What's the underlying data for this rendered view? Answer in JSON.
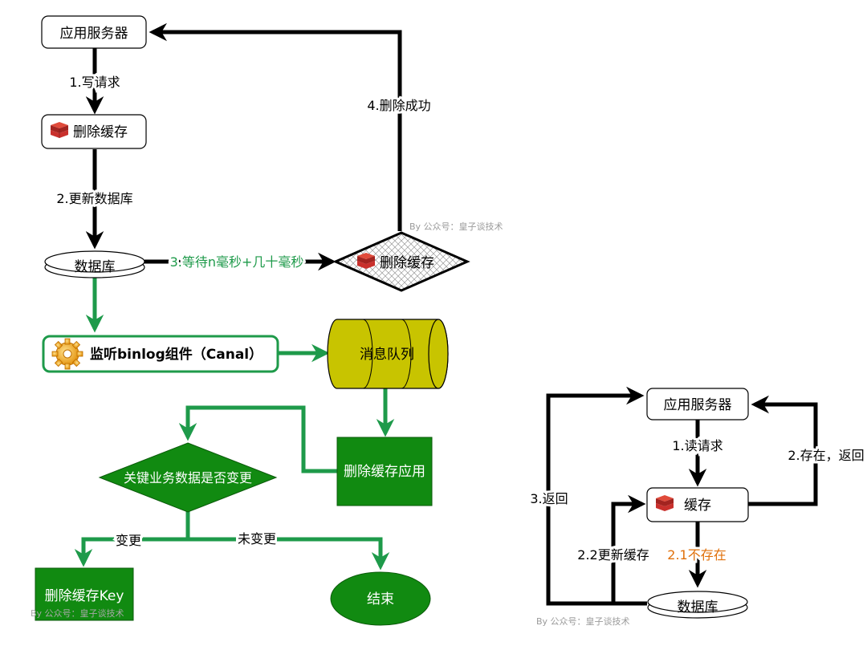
{
  "colors": {
    "black": "#000000",
    "green": "#1e9a4a",
    "green_text": "#1e9a4a",
    "dark_green_fill": "#1a8a18",
    "node_green_fill": "#118a11",
    "mq_fill": "#c8c400",
    "orange": "#e0700a",
    "watermark": "#9a9a9a",
    "redis_red": "#c9302c"
  },
  "left": {
    "app_server": "应用服务器",
    "step1": "1.写请求",
    "delete_cache_1": "删除缓存",
    "step2": "2.更新数据库",
    "database": "数据库",
    "step3": "3.等待n毫秒+几十毫秒",
    "delete_cache_2": "删除缓存",
    "step4": "4.删除成功",
    "canal": "监听binlog组件（Canal）",
    "mq": "消息队列",
    "delete_cache_app": "删除缓存应用",
    "decision": "关键业务数据是否变更",
    "changed": "变更",
    "unchanged": "未变更",
    "delete_cache_key": "删除缓存Key",
    "end": "结束"
  },
  "right": {
    "app_server": "应用服务器",
    "step1": "1.读请求",
    "cache": "缓存",
    "exists": "2.存在，返回",
    "not_exists": "2.1不存在",
    "update_cache": "2.2更新缓存",
    "return": "3.返回",
    "database": "数据库"
  },
  "watermarks": {
    "wm1": "By 公众号：皇子谈技术",
    "wm2": "By 公众号：皇子谈技术",
    "wm3": "By 公众号：皇子谈技术"
  },
  "icons": {
    "redis": "redis-icon",
    "gear": "gear-icon"
  }
}
